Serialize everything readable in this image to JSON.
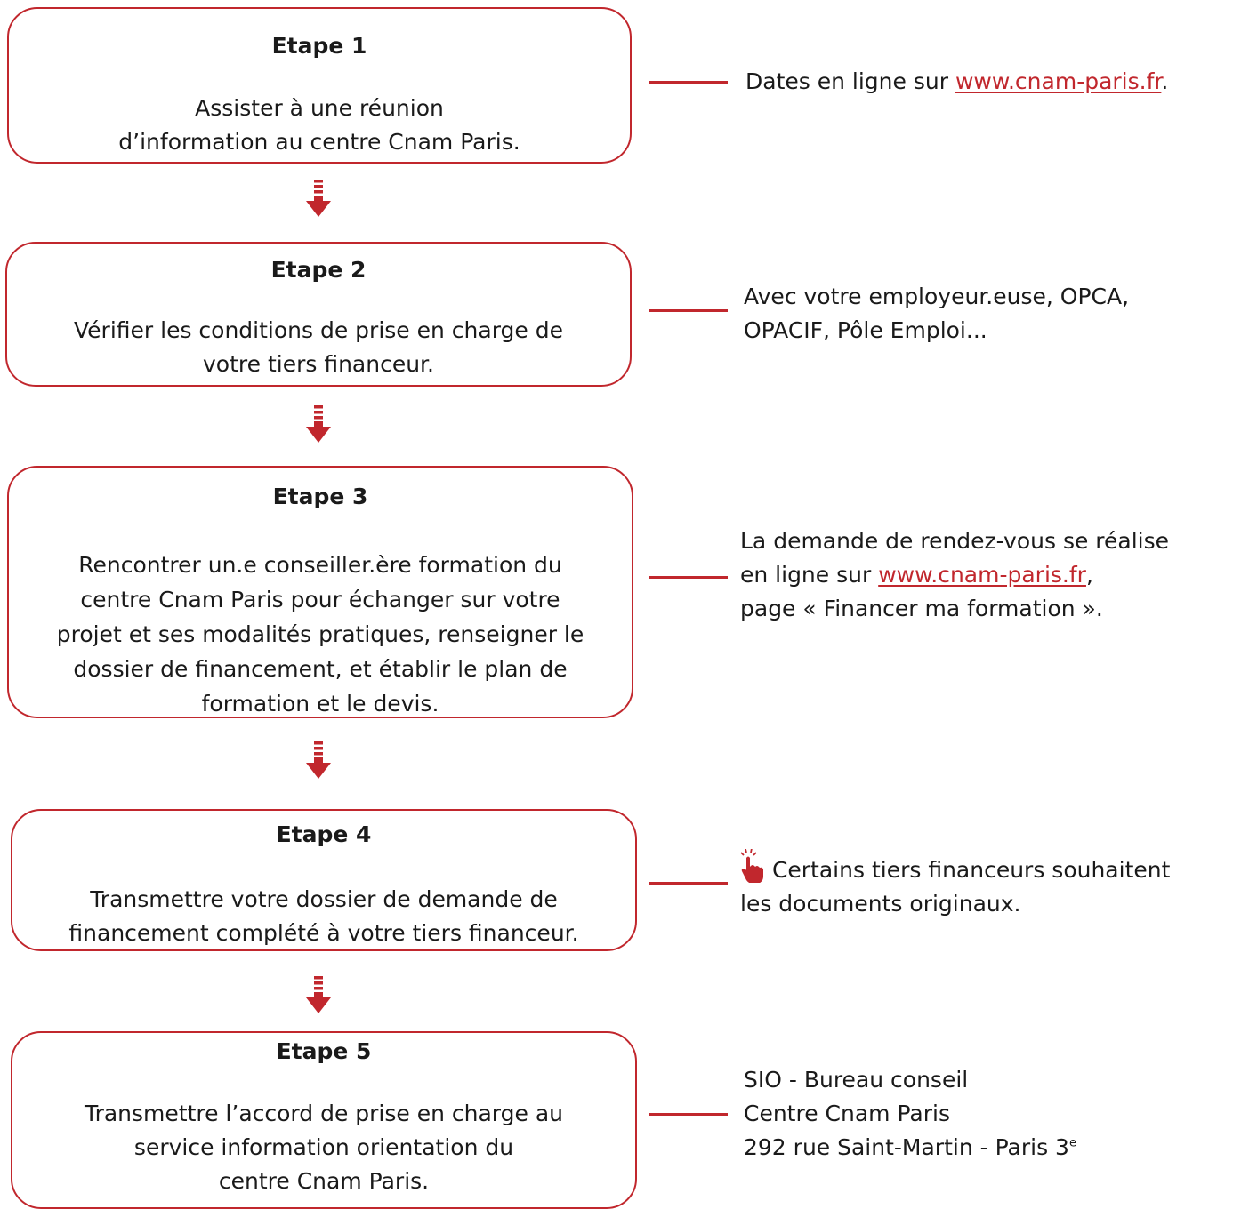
{
  "colors": {
    "accent": "#c1272d",
    "text": "#1a1a1a"
  },
  "steps": [
    {
      "title": "Etape 1",
      "body": "Assister à une réunion\nd’information au centre Cnam Paris."
    },
    {
      "title": "Etape 2",
      "body": "Vérifier les conditions de prise en charge de\nvotre tiers financeur."
    },
    {
      "title": "Etape 3",
      "body": "Rencontrer un.e conseiller.ère formation du\ncentre Cnam Paris pour échanger sur votre\nprojet et ses modalités pratiques, renseigner le\ndossier de financement, et établir le plan de\nformation et le devis."
    },
    {
      "title": "Etape 4",
      "body": "Transmettre votre dossier de demande de\nfinancement complété à votre  tiers financeur."
    },
    {
      "title": "Etape 5",
      "body": "Transmettre l’accord de prise en charge au\nservice information orientation du\ncentre Cnam Paris."
    }
  ],
  "notes": {
    "n1": {
      "before": "Dates en ligne sur ",
      "link": "www.cnam-paris.fr",
      "after": "."
    },
    "n2": {
      "line1": "Avec votre employeur.euse, OPCA,",
      "line2": "OPACIF, Pôle Emploi..."
    },
    "n3": {
      "line1": "La demande de rendez-vous se réalise",
      "line2_before": "en ligne sur ",
      "link": "www.cnam-paris.fr",
      "line2_after": ",",
      "line3": "page « Financer ma formation »."
    },
    "n4": {
      "line1": " Certains tiers financeurs souhaitent",
      "line2": "les documents originaux.",
      "icon": "pointing-hand-icon"
    },
    "n5": {
      "line1": "SIO - Bureau conseil",
      "line2": "Centre Cnam Paris",
      "line3": "292 rue Saint-Martin - Paris 3",
      "line3_sup": "e"
    }
  },
  "icons": {
    "arrow": "down-arrow-icon"
  }
}
